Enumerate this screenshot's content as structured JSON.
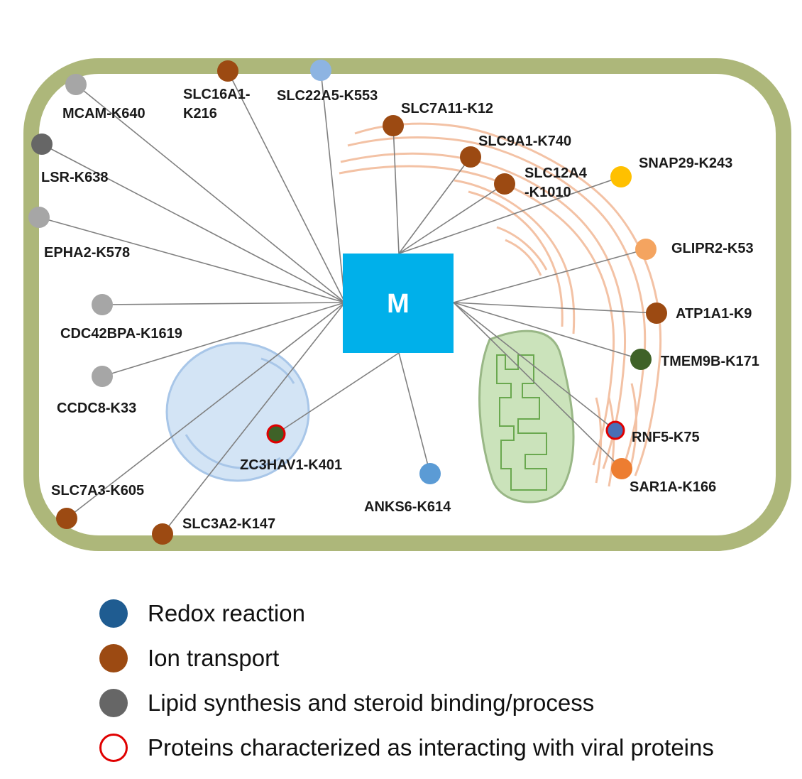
{
  "center_node": {
    "label": "M",
    "color": "#00b0ea"
  },
  "colors": {
    "cell_membrane": "#adb77a",
    "edge": "#808080",
    "er_stroke": "#f2b896",
    "nucleus_fill": "#d3e4f5",
    "nucleus_stroke": "#a8c6e8",
    "mito_fill": "#c6e0b4",
    "mito_stroke": "#8fb07a",
    "viral_ring": "#e00000"
  },
  "nodes": [
    {
      "id": "mcam",
      "label_lines": [
        "MCAM-K640"
      ],
      "color": "#a6a6a6",
      "viral": false
    },
    {
      "id": "lsr",
      "label_lines": [
        "LSR-K638"
      ],
      "color": "#666666",
      "viral": false
    },
    {
      "id": "epha2",
      "label_lines": [
        "EPHA2-K578"
      ],
      "color": "#a6a6a6",
      "viral": false
    },
    {
      "id": "cdc42bpa",
      "label_lines": [
        "CDC42BPA-K1619"
      ],
      "color": "#a6a6a6",
      "viral": false
    },
    {
      "id": "ccdc8",
      "label_lines": [
        "CCDC8-K33"
      ],
      "color": "#a6a6a6",
      "viral": false
    },
    {
      "id": "slc7a3",
      "label_lines": [
        "SLC7A3-K605"
      ],
      "color": "#9c4a12",
      "viral": false
    },
    {
      "id": "slc3a2",
      "label_lines": [
        "SLC3A2-K147"
      ],
      "color": "#9c4a12",
      "viral": false
    },
    {
      "id": "zc3hav1",
      "label_lines": [
        "ZC3HAV1-K401"
      ],
      "color": "#3f6228",
      "viral": true
    },
    {
      "id": "anks6",
      "label_lines": [
        "ANKS6-K614"
      ],
      "color": "#5b9bd5",
      "viral": false
    },
    {
      "id": "slc16a1",
      "label_lines": [
        "SLC16A1-",
        "K216"
      ],
      "color": "#9c4a12",
      "viral": false
    },
    {
      "id": "slc22a5",
      "label_lines": [
        "SLC22A5-K553"
      ],
      "color": "#8db4e2",
      "viral": false
    },
    {
      "id": "slc7a11",
      "label_lines": [
        "SLC7A11-K12"
      ],
      "color": "#9c4a12",
      "viral": false
    },
    {
      "id": "slc9a1",
      "label_lines": [
        "SLC9A1-K740"
      ],
      "color": "#9c4a12",
      "viral": false
    },
    {
      "id": "slc12a4",
      "label_lines": [
        "SLC12A4",
        "-K1010"
      ],
      "color": "#9c4a12",
      "viral": false
    },
    {
      "id": "snap29",
      "label_lines": [
        "SNAP29-K243"
      ],
      "color": "#ffc000",
      "viral": false
    },
    {
      "id": "glipr2",
      "label_lines": [
        "GLIPR2-K53"
      ],
      "color": "#f4a460",
      "viral": false
    },
    {
      "id": "atp1a1",
      "label_lines": [
        "ATP1A1-K9"
      ],
      "color": "#9c4a12",
      "viral": false
    },
    {
      "id": "tmem9b",
      "label_lines": [
        "TMEM9B-K171"
      ],
      "color": "#3f6228",
      "viral": false
    },
    {
      "id": "rnf5",
      "label_lines": [
        "RNF5-K75"
      ],
      "color": "#4a6fb5",
      "viral": true
    },
    {
      "id": "sar1a",
      "label_lines": [
        "SAR1A-K166"
      ],
      "color": "#ed7d31",
      "viral": false
    }
  ],
  "legend": [
    {
      "label": "Redox reaction",
      "color": "#1f5c91",
      "kind": "fill"
    },
    {
      "label": "Ion transport",
      "color": "#9c4a12",
      "kind": "fill"
    },
    {
      "label": "Lipid synthesis and steroid binding/process",
      "color": "#666666",
      "kind": "fill"
    },
    {
      "label": "Proteins characterized as interacting with viral proteins",
      "color": "#e00000",
      "kind": "ring"
    }
  ]
}
